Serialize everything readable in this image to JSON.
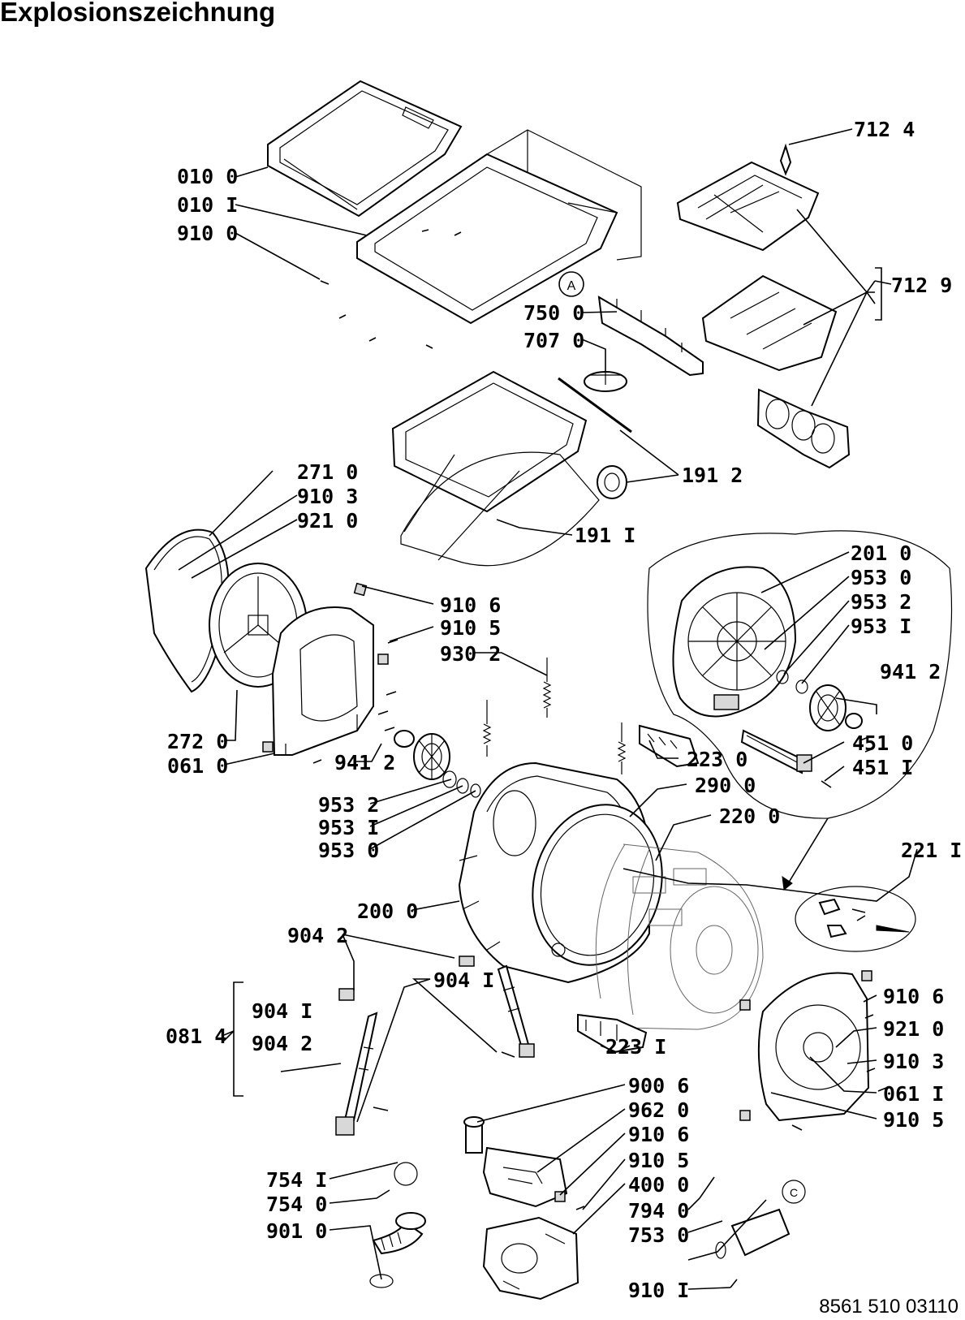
{
  "title": "Explosionszeichnung",
  "document_number": "8561 510 03110",
  "callouts": {
    "A": "A",
    "C": "C"
  },
  "labels": {
    "l0100": "010 0",
    "l0101": "010 I",
    "l9100": "910 0",
    "l7124": "712 4",
    "l7129": "712 9",
    "l7500": "750 0",
    "l7070": "707 0",
    "l1912": "191 2",
    "l2710": "271 0",
    "l9103a": "910 3",
    "l9210a": "921 0",
    "l1911": "191 I",
    "l2010": "201 0",
    "l9530r": "953 0",
    "l9532r": "953 2",
    "l9531r": "953 I",
    "l9412r": "941 2",
    "l9106a": "910 6",
    "l9105a": "910 5",
    "l9302": "930 2",
    "l4510": "451 0",
    "l4511": "451 I",
    "l2720": "272 0",
    "l0610": "061 0",
    "l9412l": "941 2",
    "l2230": "223 0",
    "l2900": "290 0",
    "l2200": "220 0",
    "l9532l": "953 2",
    "l9531l": "953 I",
    "l9530l": "953 0",
    "l2211": "221 I",
    "l2000": "200 0",
    "l9042a": "904 2",
    "l9041a": "904 I",
    "l9106b": "910 6",
    "l0814": "081 4",
    "l9041b": "904 I",
    "l9042b": "904 2",
    "l9210b": "921 0",
    "l2231": "223 I",
    "l9103b": "910 3",
    "l0611": "061 I",
    "l9006": "900 6",
    "l9105b": "910 5",
    "l9620": "962 0",
    "l9106c": "910 6",
    "l9105c": "910 5",
    "l7541": "754 I",
    "l4000": "400 0",
    "l7540": "754 0",
    "l7940": "794 0",
    "l9010": "901 0",
    "l7530": "753 0",
    "l9101": "910 I"
  }
}
